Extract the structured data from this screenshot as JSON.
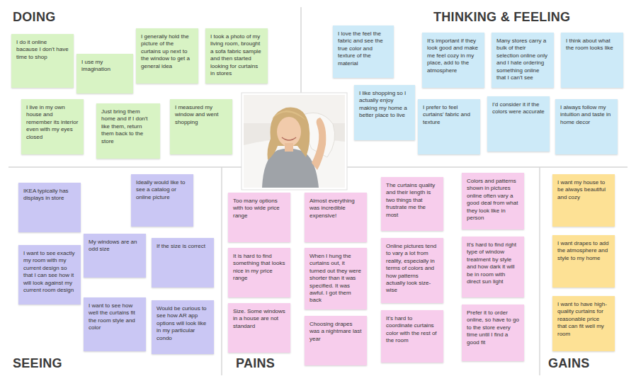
{
  "diagram": {
    "nodes": [
      {
        "text": [
          "I do it online bacause I don't have time to shop"
        ]
      },
      {
        "text": [
          "I generally hold the picture of the curtains up next to the window to get a general idea"
        ]
      },
      {
        "text": [
          "I took a photo of my living room, brought a sofa fabric sample and then started looking for curtains in stores"
        ]
      },
      {
        "text": [
          "I use my imagination"
        ]
      },
      {
        "text": [
          "I live in my own house and remember its interior even with my eyes closed"
        ]
      },
      {
        "text": [
          "Just bring them home and if I don't like them, return them back to the store"
        ]
      },
      {
        "text": [
          "I measured my window and went shopping"
        ]
      },
      {
        "text": [
          "I love the feel the fabric and see the true color and texture of the material"
        ]
      },
      {
        "text": [
          "It's important if they look good and make me feel cozy in my place, add to the atmosphere"
        ]
      },
      {
        "text": [
          "Many stores carry a bulk of their selection online only and I hate ordering something online that I can't see"
        ]
      },
      {
        "text": [
          "I think about what the room looks like"
        ]
      },
      {
        "text": [
          "I like shopping so I actually enjoy making my home a better place to live"
        ]
      },
      {
        "text": [
          "I prefer to feel curtains' fabric and texture"
        ]
      },
      {
        "text": [
          "I'd consider it if the colors were accurate"
        ]
      },
      {
        "text": [
          "I always follow my intuition and taste in home decor"
        ]
      },
      {
        "text": [
          "IKEA typically has displays in store"
        ]
      },
      {
        "text": [
          "Ideally would like to see a catalog or online picture"
        ]
      },
      {
        "text": [
          "My windows are an odd size"
        ]
      },
      {
        "text": [
          "If the size is correct"
        ]
      },
      {
        "text": [
          "I want to see exactly my room with my current design so that I can see how it will look against my current room design"
        ]
      },
      {
        "text": [
          "I want to see how well the curtains fit the room style and color"
        ]
      },
      {
        "text": [
          "Would be curious to see how AR app options will look like in my particular condo"
        ]
      },
      {
        "text": [
          "Too many options with too wide price range"
        ]
      },
      {
        "text": [
          "Almost everything was incredible expensive!"
        ]
      },
      {
        "text": [
          "The curtains quality and their length is two things that frustrate me the most"
        ]
      },
      {
        "text": [
          "Colors and patterns shown in pictures online often vary a good deal from what they look like in person"
        ]
      },
      {
        "text": [
          "It is hard to find something that looks nice in my price range"
        ]
      },
      {
        "text": [
          "When I hung the curtains out, it turned out they were shorter than it was specified. It was awful. I got them back"
        ]
      },
      {
        "text": [
          "Online pictures tend to vary a lot from reality, especially in terms of colors and how patterns actually look size-wise"
        ]
      },
      {
        "text": [
          "It's hard to find right type of window treatment by style and how dark it will be in room with direct sun light"
        ]
      },
      {
        "text": [
          "Size. Some windows in a house are not standard"
        ]
      },
      {
        "text": [
          "Choosing drapes was a nightmare last year"
        ]
      },
      {
        "text": [
          "It's hard to coordinate curtains color with the rest of the room"
        ]
      },
      {
        "text": [
          "Prefer it to order online, so have to go to the store every time until I find a good fit"
        ]
      },
      {
        "text": [
          "I want my house to be always beautiful and cozy"
        ]
      },
      {
        "text": [
          "I want drapes to add the atmosphere and style to my home"
        ]
      },
      {
        "text": [
          "I want to have high-quality curtains for reasonable price that can fit well my room"
        ]
      }
    ],
    "labels": [
      "DOING",
      "THINKING & FEELING",
      "SEEING",
      "PAINS",
      "GAINS"
    ]
  }
}
